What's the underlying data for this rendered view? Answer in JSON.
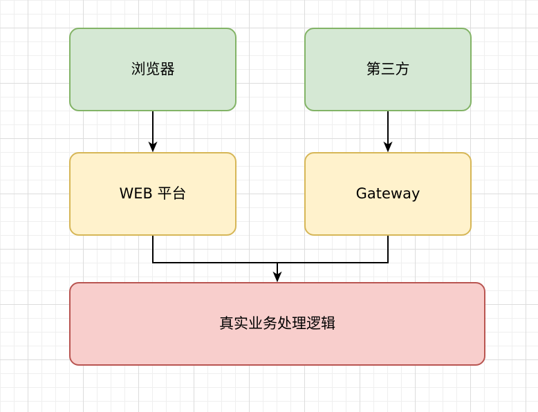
{
  "nodes": {
    "browser": {
      "label": "浏览器"
    },
    "third_party": {
      "label": "第三方"
    },
    "web_platform": {
      "label": "WEB 平台"
    },
    "gateway": {
      "label": "Gateway"
    },
    "business_logic": {
      "label": "真实业务处理逻辑"
    }
  },
  "colors": {
    "client-fill": "#d5e8d4",
    "client-stroke": "#82b366",
    "entry-fill": "#fff2cc",
    "entry-stroke": "#d6b656",
    "logic-fill": "#f8cecc",
    "logic-stroke": "#b85450",
    "edge": "#000000",
    "text": "#000000"
  }
}
